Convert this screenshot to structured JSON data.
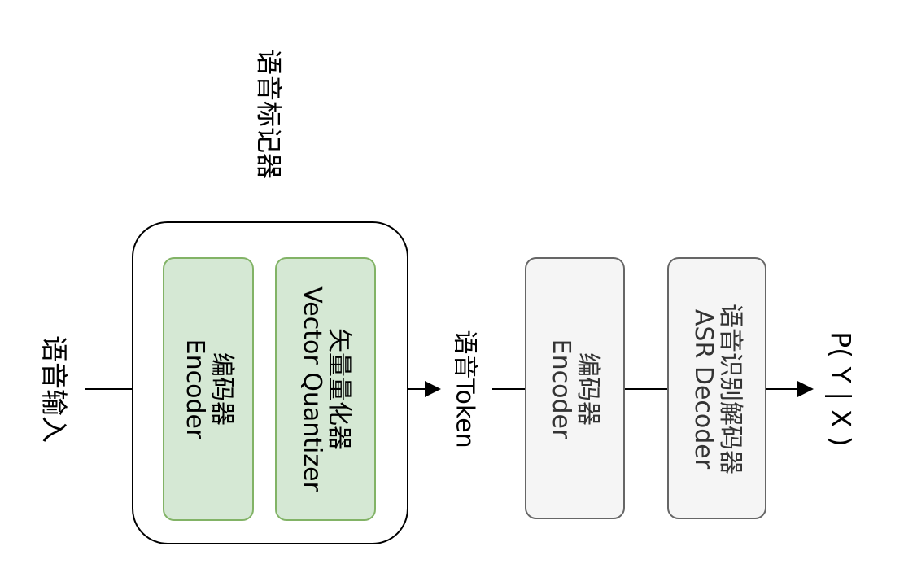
{
  "title": "语音标记器",
  "input": {
    "label": "语音输入"
  },
  "tokenizer": {
    "encoder": {
      "label_cn": "编码器",
      "label_en": "Encoder"
    },
    "quantizer": {
      "label_cn": "矢量量化器",
      "label_en": "Vector Quantizer"
    }
  },
  "token": {
    "label": "语音Token"
  },
  "asr_encoder": {
    "label_cn": "编码器",
    "label_en": "Encoder"
  },
  "asr_decoder": {
    "label_cn": "语音识别解码器",
    "label_en": "ASR Decoder"
  },
  "output": {
    "label": "P( Y | X )"
  },
  "colors": {
    "green_fill": "#d5e8d4",
    "green_stroke": "#82b366",
    "gray_fill": "#f5f5f5",
    "gray_stroke": "#666666",
    "gray_text": "#333333",
    "line": "#000000"
  }
}
